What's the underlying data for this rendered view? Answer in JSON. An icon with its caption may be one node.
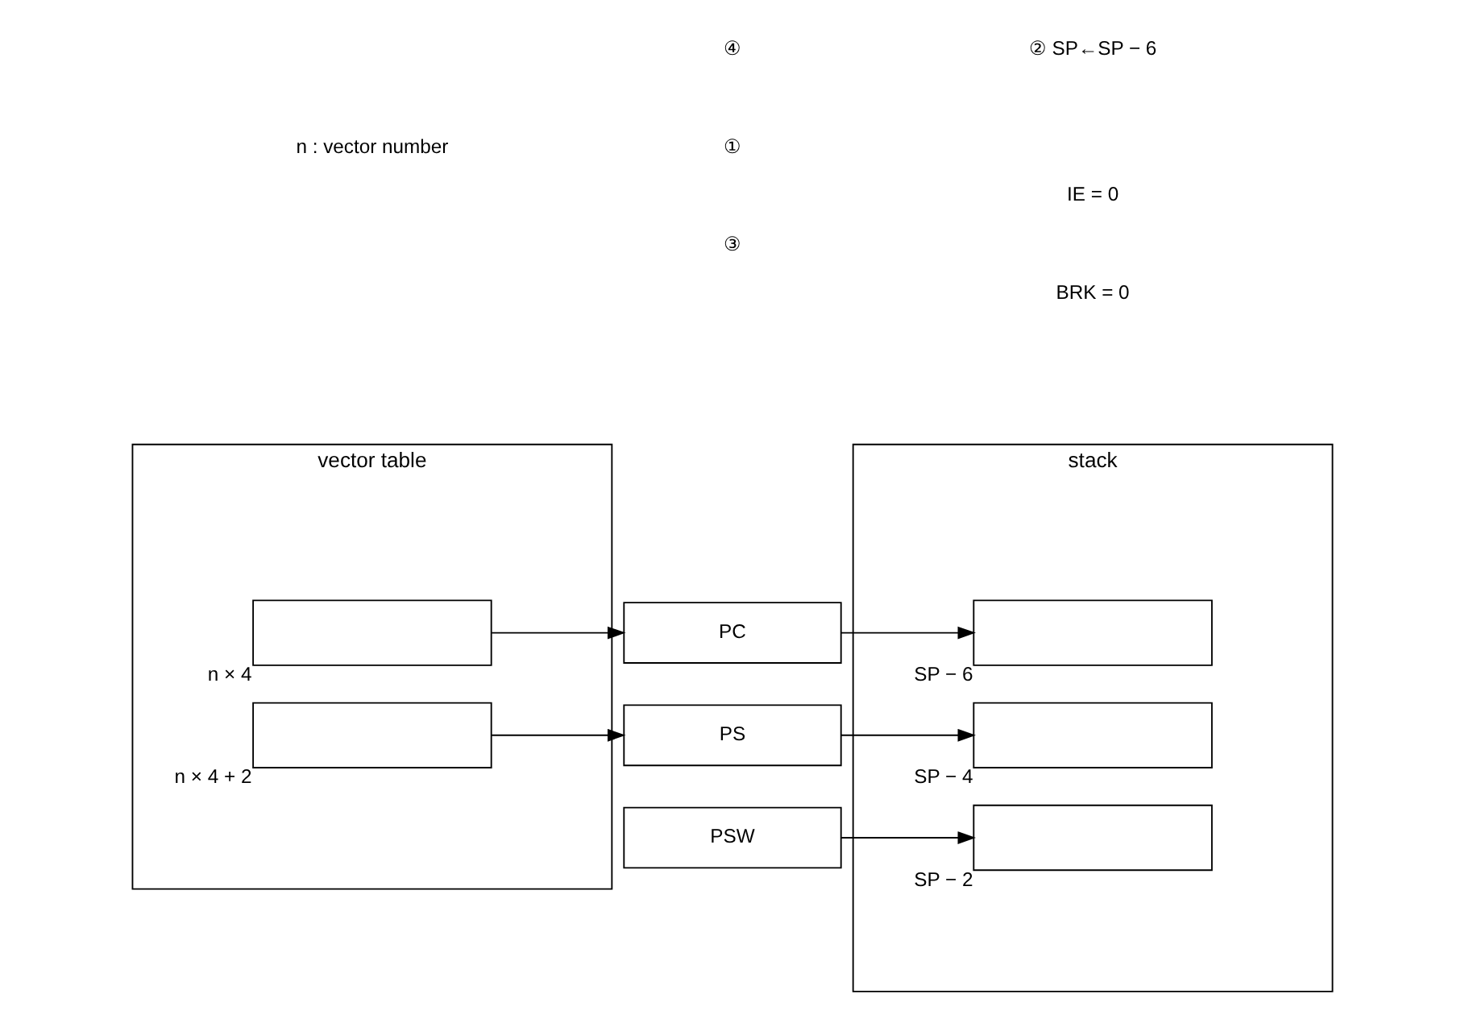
{
  "diagram": {
    "nodes": [
      {
        "text": [
          "vector table"
        ]
      },
      {
        "text": [],
        "shape": "box",
        "in": 0,
        "beside": [
          "n × 4"
        ]
      },
      {
        "text": [],
        "shape": "box",
        "in": 0,
        "beside": [
          "n × 4 + 2"
        ]
      },
      {
        "text": [
          "stack"
        ]
      },
      {
        "text": [],
        "shape": "box",
        "in": 3,
        "beside": [
          "SP − 6"
        ]
      },
      {
        "text": [],
        "shape": "box",
        "in": 3,
        "beside": [
          "SP − 4"
        ]
      },
      {
        "text": [],
        "shape": "box",
        "in": 3,
        "beside": [
          "SP − 2"
        ]
      },
      {
        "text": [
          "PC"
        ]
      },
      {
        "text": [
          "PS"
        ]
      },
      {
        "text": [
          "PSW"
        ]
      }
    ],
    "edges": [
      {
        "from": 1,
        "to": 7,
        "arrow": "to"
      },
      {
        "from": 2,
        "to": 8,
        "arrow": "to"
      },
      {
        "from": 7,
        "to": 4,
        "arrow": "to"
      },
      {
        "from": 8,
        "to": 5,
        "arrow": "to"
      },
      {
        "from": 9,
        "to": 6,
        "arrow": "to"
      }
    ],
    "labels": [
      "n : vector number",
      "④",
      "② SP←SP − 6",
      "①",
      "③",
      "IE = 0",
      "BRK = 0"
    ]
  }
}
